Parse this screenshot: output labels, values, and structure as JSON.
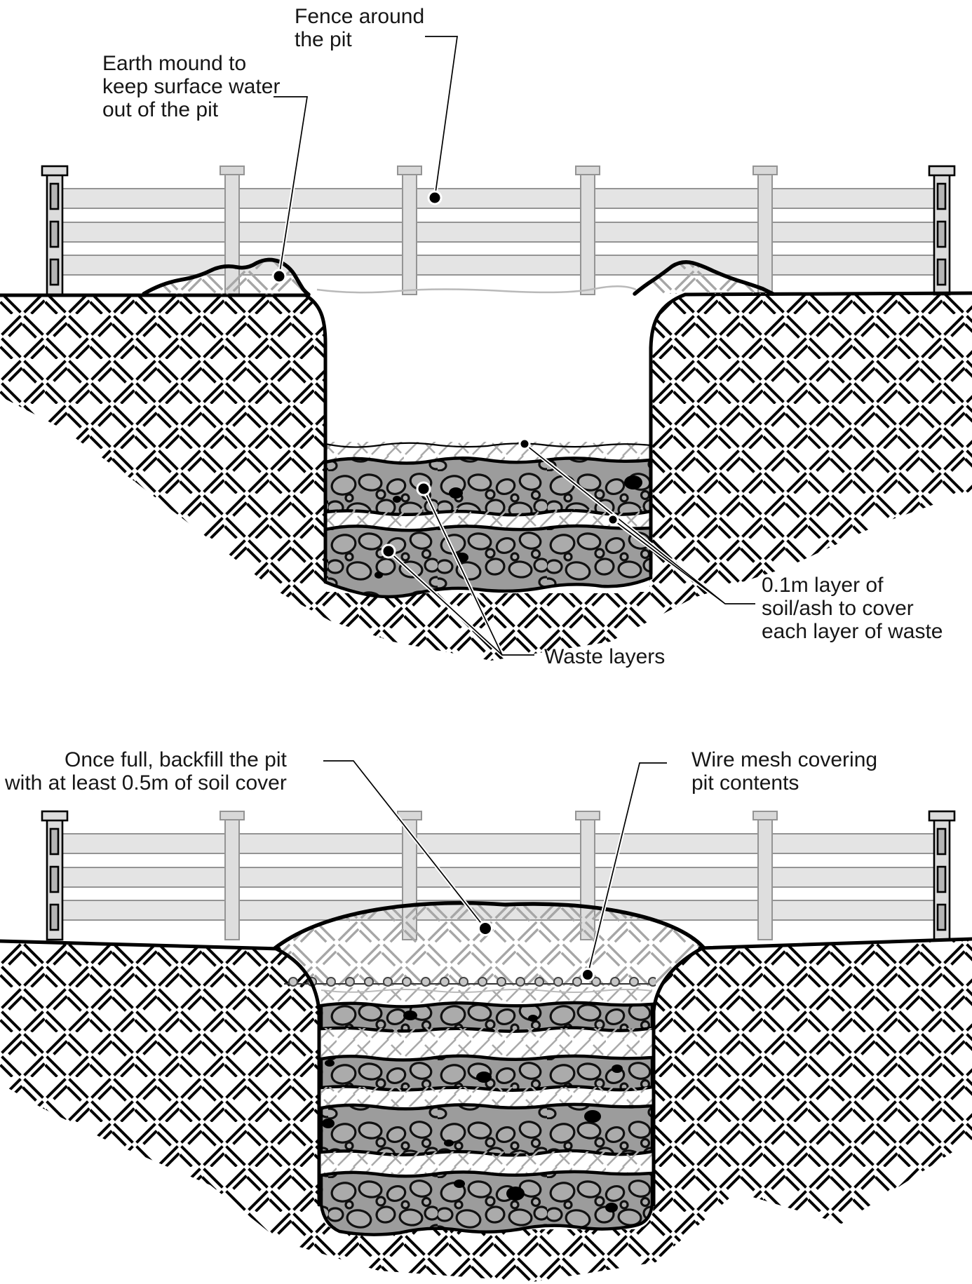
{
  "figure": {
    "top_panel": {
      "labels": {
        "fence": {
          "lines": [
            "Fence around",
            "the pit"
          ]
        },
        "earth_mound": {
          "lines": [
            "Earth mound to",
            "keep surface water",
            "out of the pit"
          ]
        },
        "soil_ash": {
          "lines": [
            "0.1m layer of",
            "soil/ash to cover",
            "each layer of waste"
          ]
        },
        "waste_layers": {
          "lines": [
            "Waste layers"
          ]
        }
      }
    },
    "bottom_panel": {
      "labels": {
        "backfill": {
          "lines": [
            "Once full, backfill the pit",
            "with at least 0.5m of soil cover"
          ]
        },
        "wire_mesh": {
          "lines": [
            "Wire mesh covering",
            "pit contents"
          ]
        }
      }
    },
    "colors": {
      "line": "#000000",
      "fence_fill": "#e4e4e4",
      "fence_stroke": "#949494",
      "end_post_slot": "#b5b5b5",
      "waste_bed": "#9c9c9c",
      "stone_fill": "#ababab",
      "backfill_hatch": "#a6a6a6",
      "ash_hatch": "#aaaaaa",
      "mesh_bead": "#c6c6c6"
    }
  }
}
